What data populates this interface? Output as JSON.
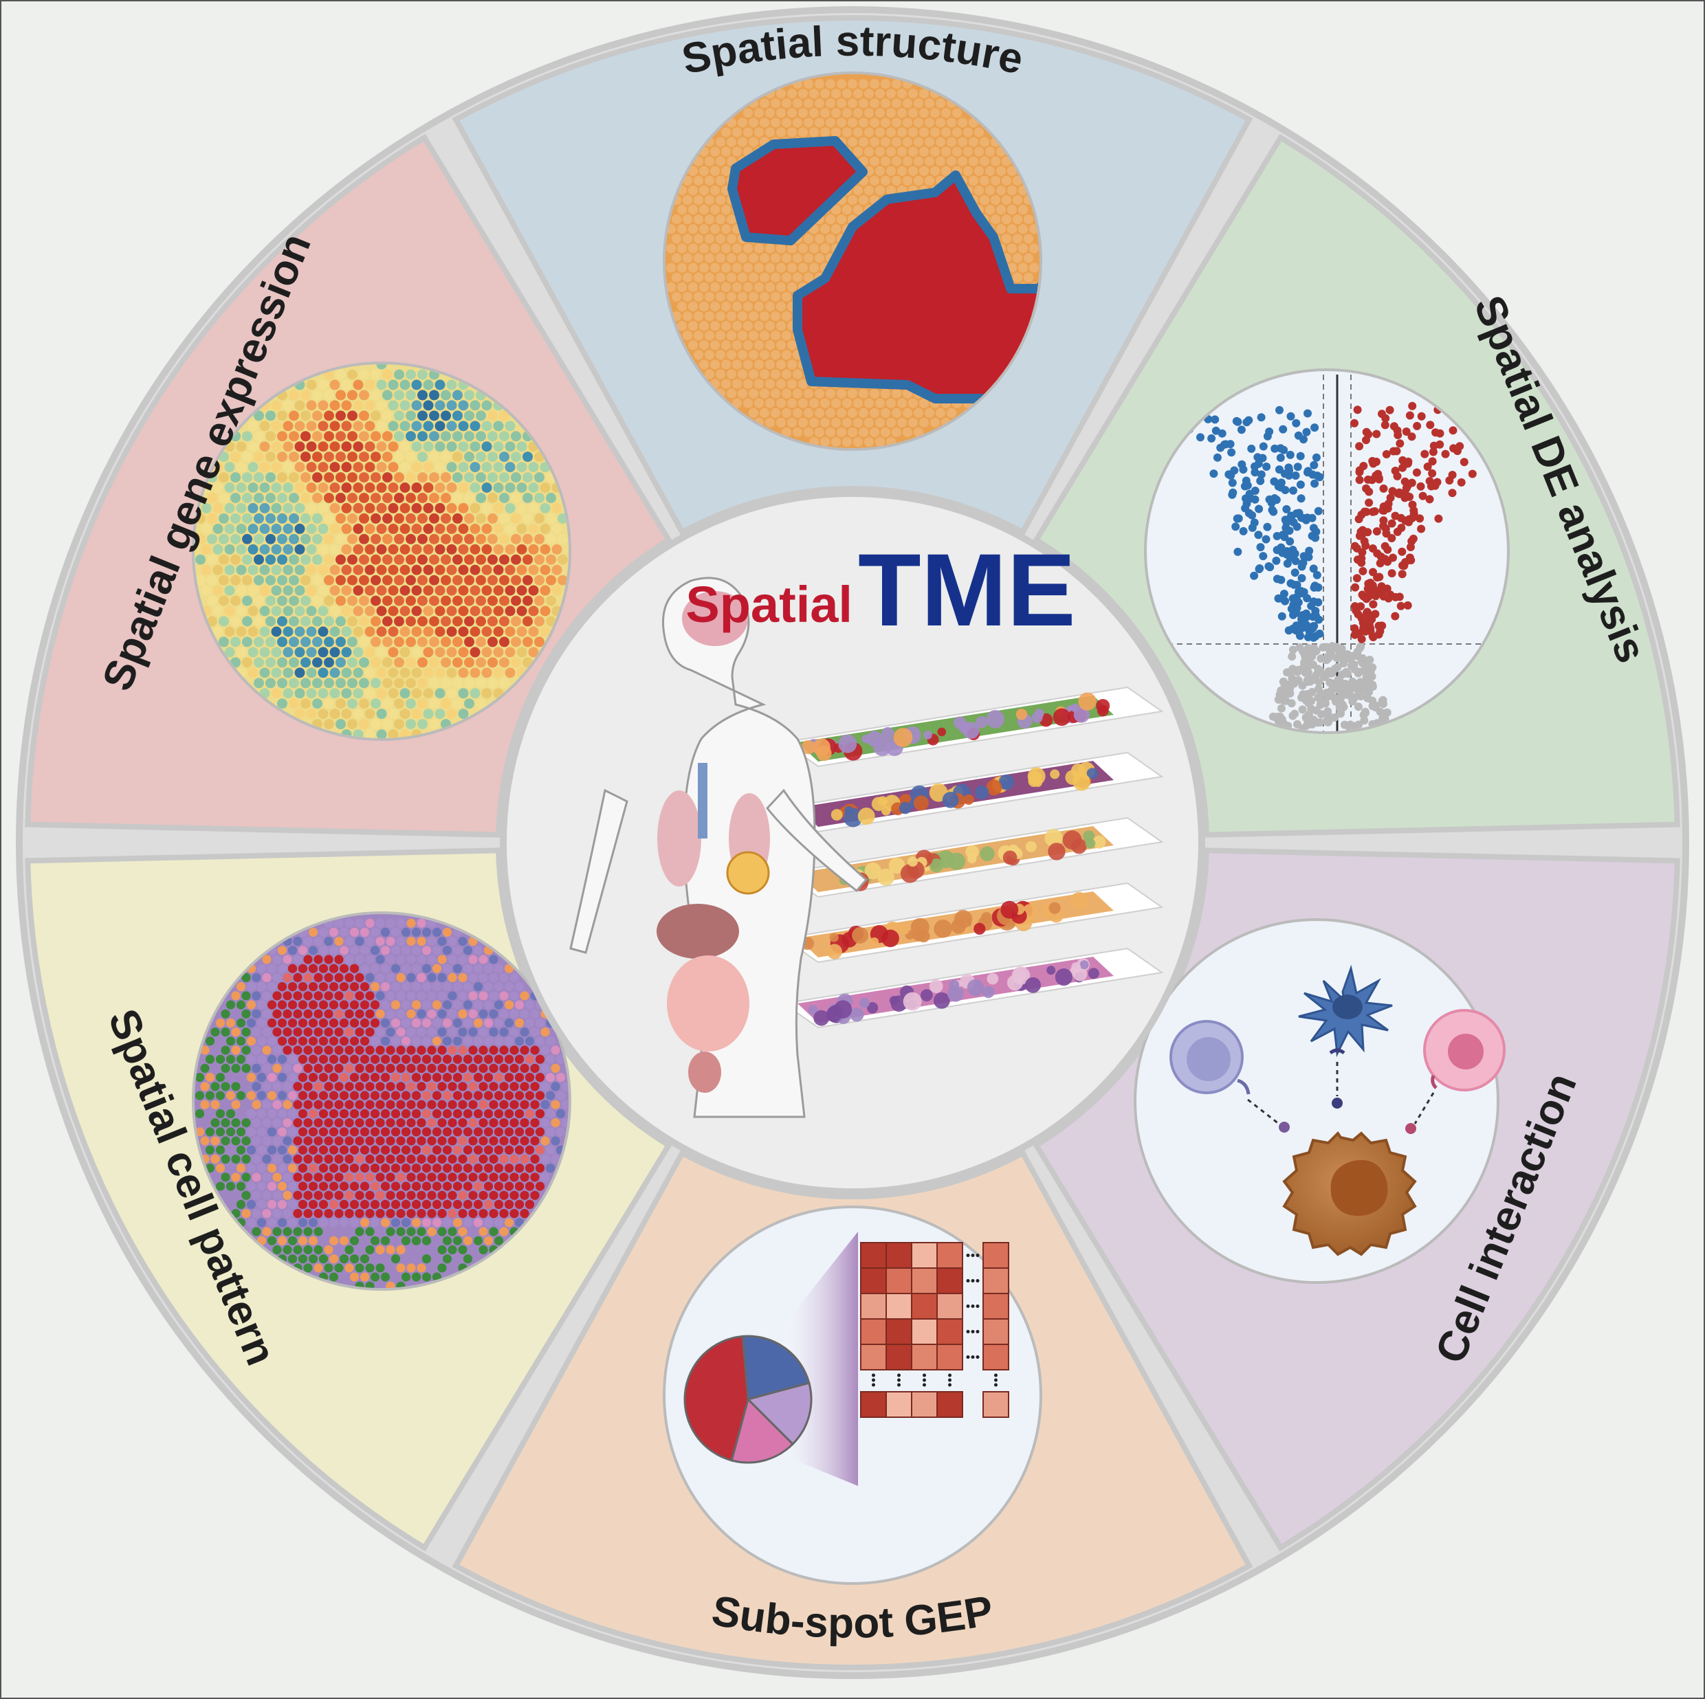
{
  "hub": {
    "title_prefix": "Spatial",
    "title_main": "TME"
  },
  "sectors": [
    {
      "id": "spatial-structure",
      "title": "Spatial structure",
      "fill": "#c9d7e1"
    },
    {
      "id": "spatial-de-analysis",
      "title": "Spatial DE analysis",
      "fill": "#cfe1cc"
    },
    {
      "id": "cell-interaction",
      "title": "Cell interaction",
      "fill": "#dcd0df"
    },
    {
      "id": "sub-spot-gep",
      "title": "Sub-spot GEP",
      "fill": "#f0d6c0"
    },
    {
      "id": "spatial-cell-pattern",
      "title": "Spatial cell pattern",
      "fill": "#efeccb"
    },
    {
      "id": "spatial-gene-expression",
      "title": "Spatial gene expression",
      "fill": "#e8c4c3"
    }
  ],
  "colors": {
    "background": "#eef0ee",
    "ring": "#c8c8c8",
    "tumor_red": "#c0212a",
    "normal_orange": "#eca45a",
    "boundary_blue": "#2f6fa8",
    "up_red": "#b8322d",
    "down_blue": "#2f72b3",
    "ns_gray": "#b8b8b8",
    "tme_blue": "#15318c",
    "spatial_red": "#c0192f"
  }
}
